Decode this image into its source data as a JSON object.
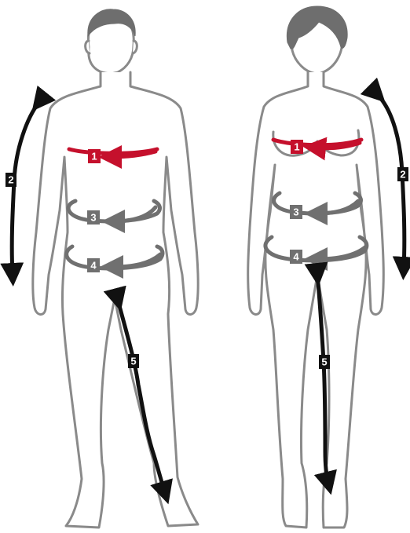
{
  "colors": {
    "outline": "#8a8a8a",
    "hair": "#6e6e6e",
    "chest_marker": "#c5102c",
    "grey_marker": "#707070",
    "black_marker": "#111111"
  },
  "figures": [
    {
      "name": "male",
      "markers": [
        {
          "id": "chest",
          "label": "1"
        },
        {
          "id": "arm",
          "label": "2"
        },
        {
          "id": "waist",
          "label": "3"
        },
        {
          "id": "hips",
          "label": "4"
        },
        {
          "id": "inseam",
          "label": "5"
        }
      ]
    },
    {
      "name": "female",
      "markers": [
        {
          "id": "chest",
          "label": "1"
        },
        {
          "id": "arm",
          "label": "2"
        },
        {
          "id": "waist",
          "label": "3"
        },
        {
          "id": "hips",
          "label": "4"
        },
        {
          "id": "inseam",
          "label": "5"
        }
      ]
    }
  ]
}
